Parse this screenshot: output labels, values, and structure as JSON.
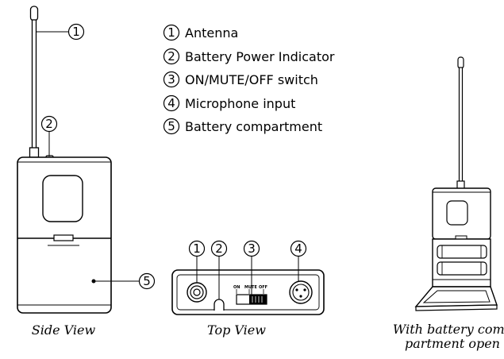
{
  "legend": [
    {
      "num": "1",
      "label": "Antenna"
    },
    {
      "num": "2",
      "label": "Battery Power Indicator"
    },
    {
      "num": "3",
      "label": "ON/MUTE/OFF switch"
    },
    {
      "num": "4",
      "label": "Microphone input"
    },
    {
      "num": "5",
      "label": "Battery compartment"
    }
  ],
  "side_view": {
    "caption": "Side View",
    "callouts": [
      "1",
      "2",
      "5"
    ]
  },
  "top_view": {
    "caption": "Top View",
    "callouts": [
      "1",
      "2",
      "3",
      "4"
    ],
    "switch_labels": {
      "on": "ON",
      "mute": "MUTE",
      "off": "OFF"
    }
  },
  "battery_view": {
    "caption_line1": "With battery com-",
    "caption_line2": "partment open"
  }
}
